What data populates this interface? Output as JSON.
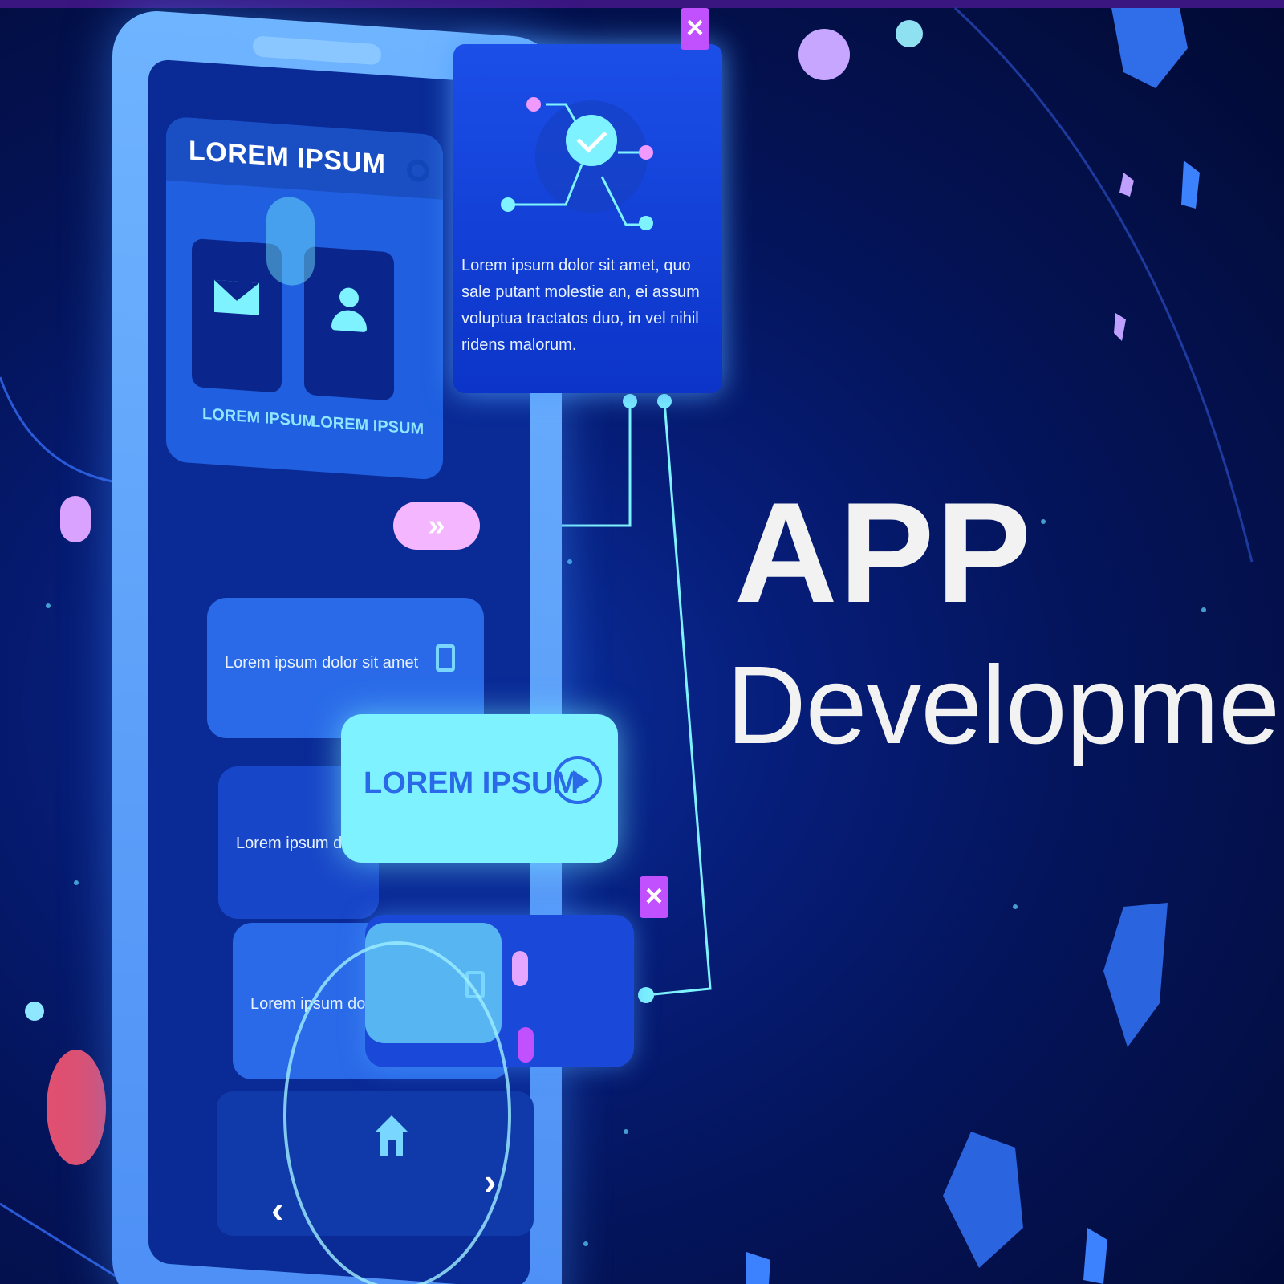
{
  "phone": {
    "header_title": "LOREM IPSUM",
    "tiles": [
      {
        "icon": "mail-icon",
        "label": "LOREM IPSUM"
      },
      {
        "icon": "user-icon",
        "label": "LOREM IPSUM"
      }
    ],
    "dots_button": "•••",
    "forward_button": "»",
    "row_1_text": "Lorem ipsum dolor sit amet",
    "row_2_text": "Lorem ipsum dolor",
    "row_3_text": "Lorem ipsum dolor sit amet",
    "nav_prev": "‹",
    "nav_next": "›"
  },
  "floating_button": {
    "label": "LOREM IPSUM",
    "icon": "play-icon"
  },
  "info_panel": {
    "text": "Lorem ipsum dolor sit amet, quo sale putant molestie an, ei assum voluptua tractatos duo, in vel nihil ridens malorum.",
    "icon": "check-icon"
  },
  "close_buttons": {
    "symbol": "×"
  },
  "headline": {
    "line1": "APP",
    "line2": "Development"
  },
  "colors": {
    "background": "#030a38",
    "accent_cyan": "#7ef3ff",
    "accent_pink": "#f3b6ff",
    "accent_purple": "#c150ff",
    "phone_body": "#6fb4ff"
  }
}
